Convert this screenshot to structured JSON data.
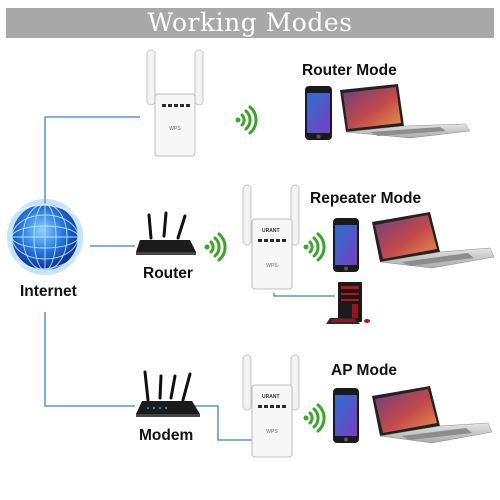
{
  "title": "Working Modes",
  "modes": [
    {
      "id": "router",
      "label": "Router Mode"
    },
    {
      "id": "repeater",
      "label": "Repeater Mode"
    },
    {
      "id": "ap",
      "label": "AP Mode"
    }
  ],
  "nodes": {
    "internet": "Internet",
    "router": "Router",
    "modem": "Modem"
  },
  "device_brand": "URANT",
  "colors": {
    "banner": "#a8a8a8",
    "link_line": "#3a7fd5",
    "wifi_green": "#3aa628",
    "globe_blue": "#1d6fe0",
    "tower_red": "#c0101a"
  },
  "icons": [
    "globe-icon",
    "extender-icon",
    "wifi-signal-icon",
    "phone-icon",
    "laptop-icon",
    "router-icon",
    "modem-icon",
    "desktop-pc-icon",
    "keyboard-icon",
    "mouse-icon"
  ]
}
